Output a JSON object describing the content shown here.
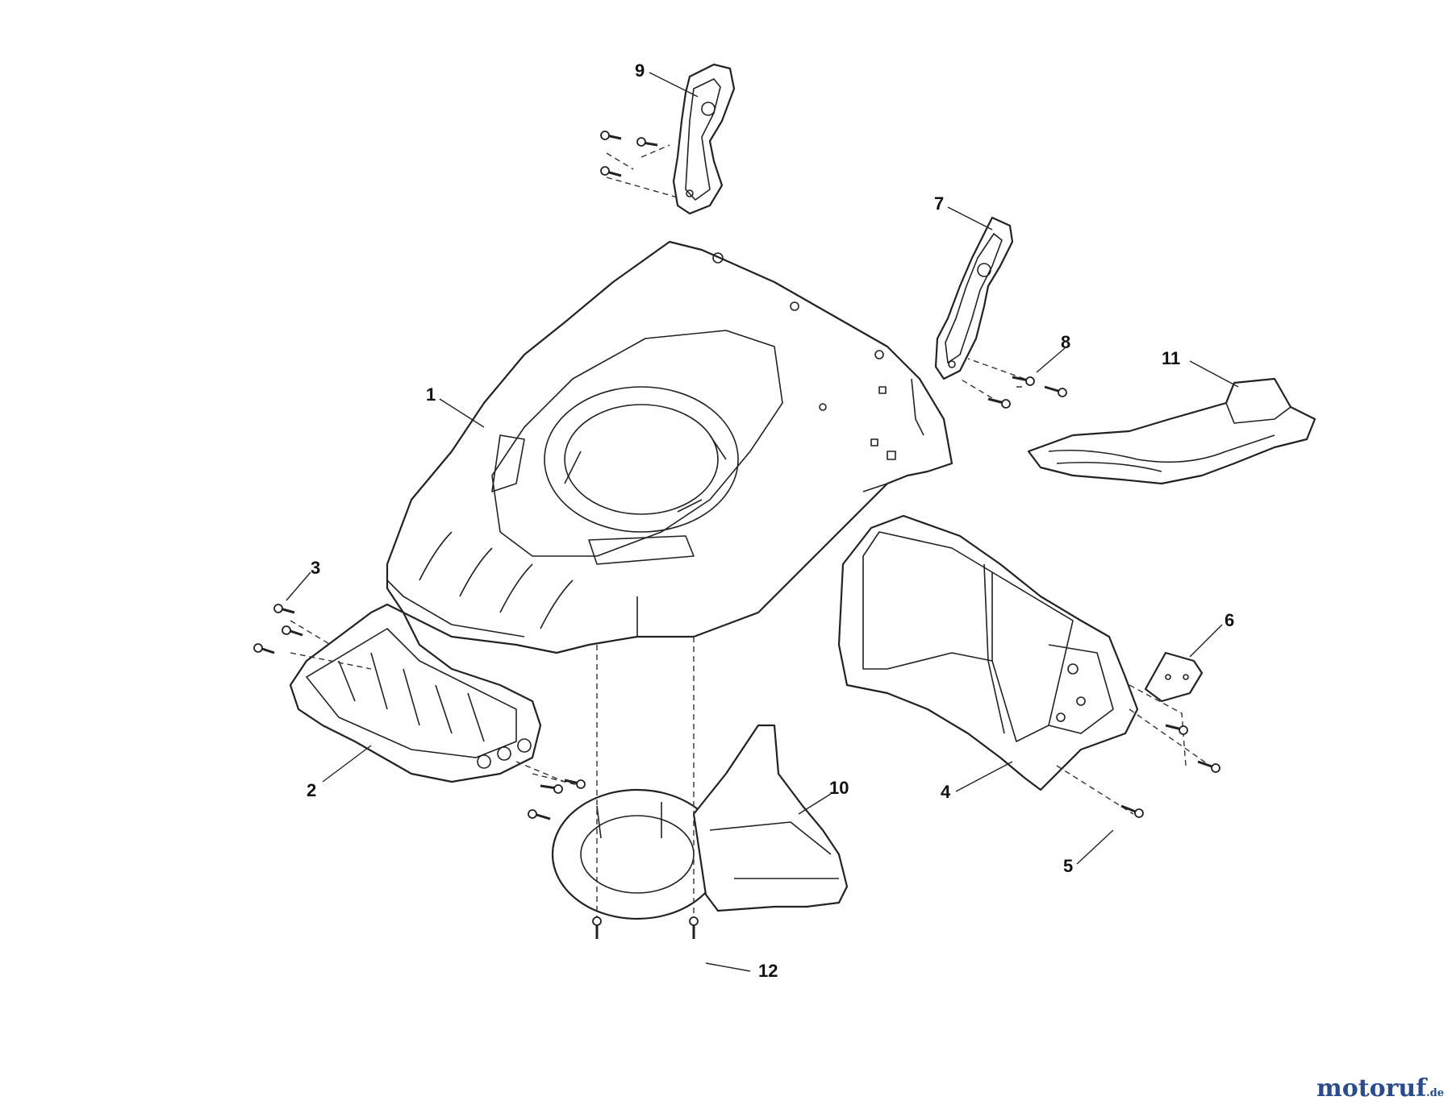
{
  "callouts": [
    {
      "id": "1",
      "label": "1"
    },
    {
      "id": "2",
      "label": "2"
    },
    {
      "id": "3",
      "label": "3"
    },
    {
      "id": "4",
      "label": "4"
    },
    {
      "id": "5",
      "label": "5"
    },
    {
      "id": "6",
      "label": "6"
    },
    {
      "id": "7",
      "label": "7"
    },
    {
      "id": "8",
      "label": "8"
    },
    {
      "id": "9",
      "label": "9"
    },
    {
      "id": "10",
      "label": "10"
    },
    {
      "id": "11",
      "label": "11"
    },
    {
      "id": "12",
      "label": "12"
    }
  ],
  "watermark": {
    "main": "motoruf",
    "suffix": ".de"
  },
  "colors": {
    "line": "#222222",
    "background": "#ffffff",
    "watermark": "#2a4c8c"
  }
}
